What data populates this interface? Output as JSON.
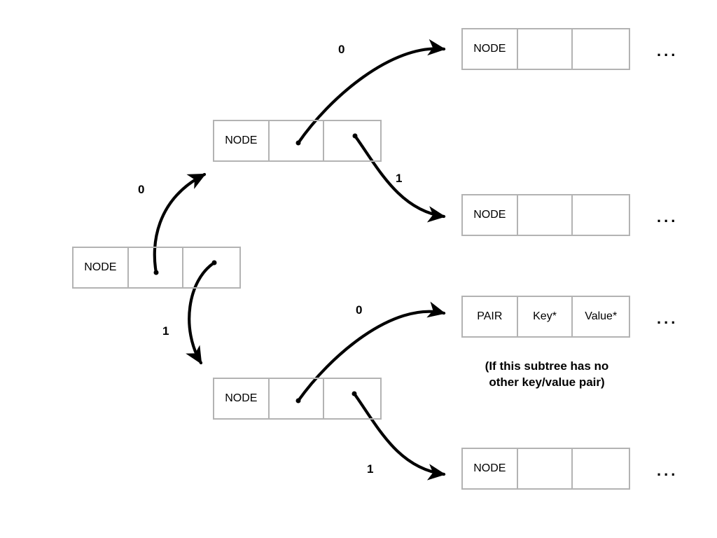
{
  "diagram": {
    "title": "Binary trie node/pair structure layout",
    "background_color": "#ffffff",
    "box_border_color": "#b3b3b3",
    "arrow_color": "#000000",
    "text_color": "#000000"
  },
  "structs": [
    {
      "id": "root-node",
      "name": "root-node-struct",
      "cells": [
        "NODE",
        "",
        ""
      ],
      "ellipsis": null
    },
    {
      "id": "mid-upper-node",
      "name": "upper-child-node-struct",
      "cells": [
        "NODE",
        "",
        ""
      ],
      "ellipsis": null
    },
    {
      "id": "mid-lower-node",
      "name": "lower-child-node-struct",
      "cells": [
        "NODE",
        "",
        ""
      ],
      "ellipsis": null
    },
    {
      "id": "leaf-node-0",
      "name": "leaf-node-struct-top",
      "cells": [
        "NODE",
        "",
        ""
      ],
      "ellipsis": "..."
    },
    {
      "id": "leaf-node-1",
      "name": "leaf-node-struct-second",
      "cells": [
        "NODE",
        "",
        ""
      ],
      "ellipsis": "..."
    },
    {
      "id": "leaf-pair",
      "name": "leaf-pair-struct",
      "cells": [
        "PAIR",
        "Key*",
        "Value*"
      ],
      "ellipsis": "..."
    },
    {
      "id": "leaf-node-3",
      "name": "leaf-node-struct-bottom",
      "cells": [
        "NODE",
        "",
        ""
      ],
      "ellipsis": "..."
    }
  ],
  "edges": [
    {
      "id": "root-0",
      "label": "0",
      "from": "root-node",
      "to": "mid-upper-node"
    },
    {
      "id": "root-1",
      "label": "1",
      "from": "root-node",
      "to": "mid-lower-node"
    },
    {
      "id": "upper-0",
      "label": "0",
      "from": "mid-upper-node",
      "to": "leaf-node-0"
    },
    {
      "id": "upper-1",
      "label": "1",
      "from": "mid-upper-node",
      "to": "leaf-node-1"
    },
    {
      "id": "lower-0",
      "label": "0",
      "from": "mid-lower-node",
      "to": "leaf-pair"
    },
    {
      "id": "lower-1",
      "label": "1",
      "from": "mid-lower-node",
      "to": "leaf-node-3"
    }
  ],
  "caption": {
    "line1": "(If this subtree has no",
    "line2": "other key/value pair)"
  }
}
